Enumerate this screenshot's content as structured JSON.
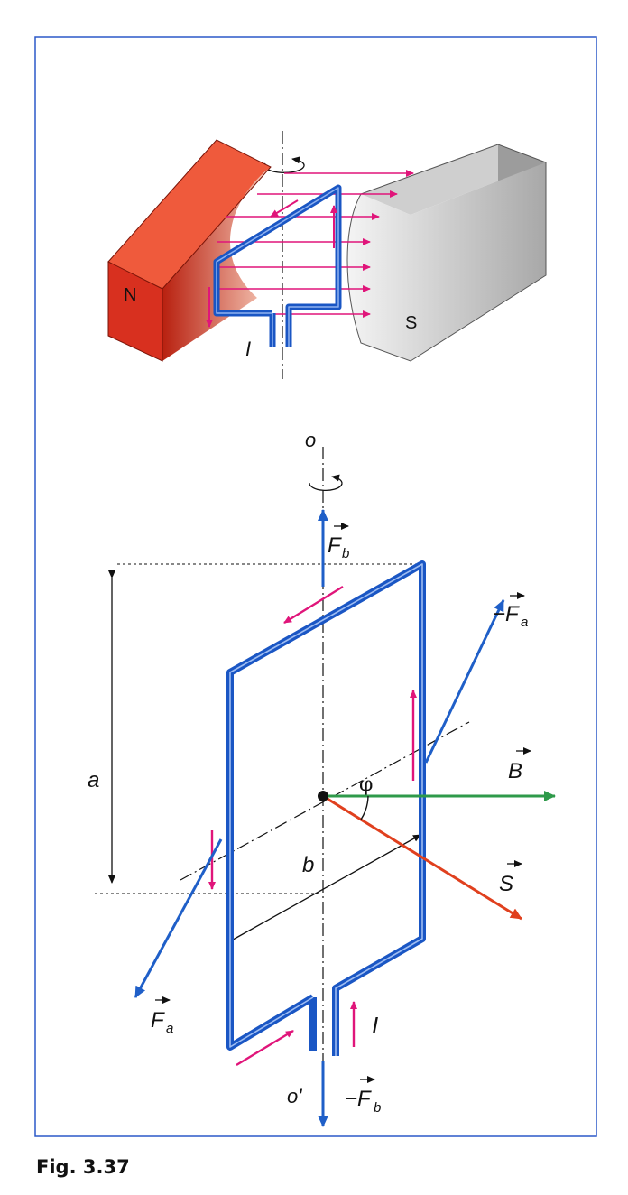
{
  "figure": {
    "caption": "Fig. 3.37"
  },
  "magnet": {
    "north_label": "N",
    "south_label": "S",
    "current_label": "I"
  },
  "loop": {
    "axis_top_label": "o",
    "axis_bottom_label": "o'",
    "height_label": "a",
    "width_label": "b",
    "angle_label": "φ",
    "current_label": "I"
  },
  "vectors": {
    "fb_label": "F",
    "fb_sub": "b",
    "neg_fb_label": "−F",
    "neg_fb_sub": "b",
    "fa_label": "F",
    "fa_sub": "a",
    "neg_fa_label": "−F",
    "neg_fa_sub": "a",
    "b_label": "B",
    "s_label": "S"
  },
  "colors": {
    "loop": "#1a56c4",
    "current": "#e0157a",
    "force": "#1f5fc8",
    "field": "#2e9a4a",
    "normal": "#e0401e",
    "north_pole": "#d8301f",
    "south_pole": "#bdbdbd",
    "frame": "#2b58c9"
  }
}
